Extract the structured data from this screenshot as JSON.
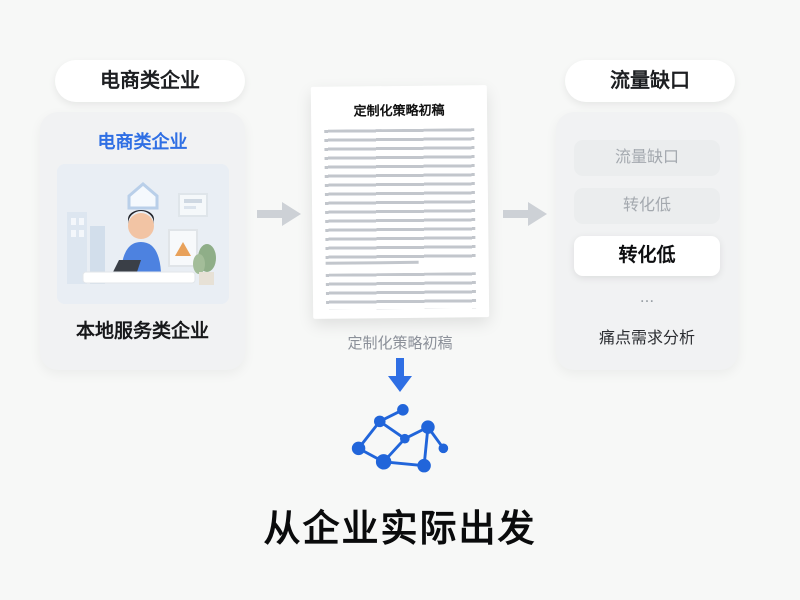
{
  "colors": {
    "accent_blue": "#2F6FE4",
    "arrow_gray": "#CDD1D6",
    "background": "#F7F8F7",
    "highlight_box": "#FFFFFF"
  },
  "icons": {
    "right_arrow": "arrow-right-icon",
    "down_arrow": "arrow-down-icon",
    "network": "network-graph-icon",
    "illustration": "office-worker-at-desk-illustration"
  },
  "left": {
    "pill_label": "电商类企业",
    "card_title": "电商类企业",
    "card_caption": "本地服务类企业"
  },
  "document": {
    "title": "定制化策略初稿",
    "caption": "定制化策略初稿"
  },
  "right": {
    "pill_label": "流量缺口",
    "items": [
      {
        "label": "流量缺口",
        "emphasis": "muted"
      },
      {
        "label": "转化低",
        "emphasis": "muted"
      },
      {
        "label": "转化低",
        "emphasis": "highlight"
      },
      {
        "label": "...",
        "emphasis": "dots"
      }
    ],
    "caption": "痛点需求分析"
  },
  "footer": {
    "title": "从企业实际出发"
  }
}
